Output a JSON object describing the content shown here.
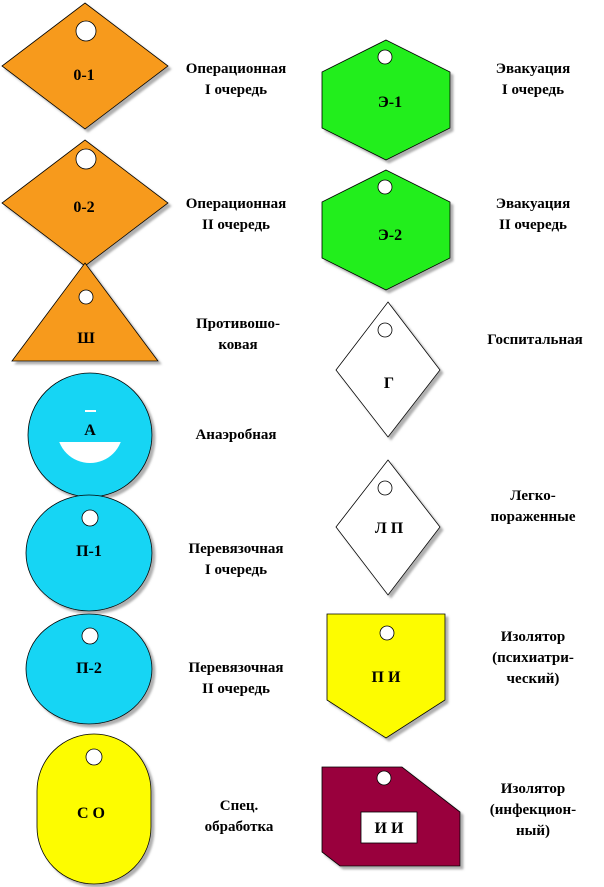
{
  "colors": {
    "orange": "#f79a1b",
    "green": "#22ee1c",
    "cyan": "#19d5f4",
    "yellow": "#fdfc05",
    "maroon": "#99003d",
    "white": "#ffffff"
  },
  "tags": {
    "op1": {
      "code": "0-1",
      "label": [
        "Операционная",
        "I очередь"
      ]
    },
    "op2": {
      "code": "0-2",
      "label": [
        "Операционная",
        "II очередь"
      ]
    },
    "antishock": {
      "code": "Ш",
      "label": [
        "Противошо-",
        "ковая"
      ]
    },
    "anaerobic": {
      "code": "А",
      "label": [
        "Анаэробная"
      ]
    },
    "dressing1": {
      "code": "П-1",
      "label": [
        "Перевязочная",
        "I очередь"
      ]
    },
    "dressing2": {
      "code": "П-2",
      "label": [
        "Перевязочная",
        "II очередь"
      ]
    },
    "special": {
      "code": "С О",
      "label": [
        "Спец.",
        "обработка"
      ]
    },
    "evac1": {
      "code": "Э-1",
      "label": [
        "Эвакуация",
        "I очередь"
      ]
    },
    "evac2": {
      "code": "Э-2",
      "label": [
        "Эвакуация",
        "II очередь"
      ]
    },
    "hospital": {
      "code": "Г",
      "label": [
        "Госпитальная"
      ]
    },
    "light": {
      "code": "Л П",
      "label": [
        "Легко-",
        "пораженные"
      ]
    },
    "isolpsych": {
      "code": "П И",
      "label": [
        "Изолятор",
        "(психиатри-",
        "ческий)"
      ]
    },
    "isolinf": {
      "code": "И И",
      "label": [
        "Изолятор",
        "(инфекцион-",
        "ный)"
      ]
    }
  }
}
